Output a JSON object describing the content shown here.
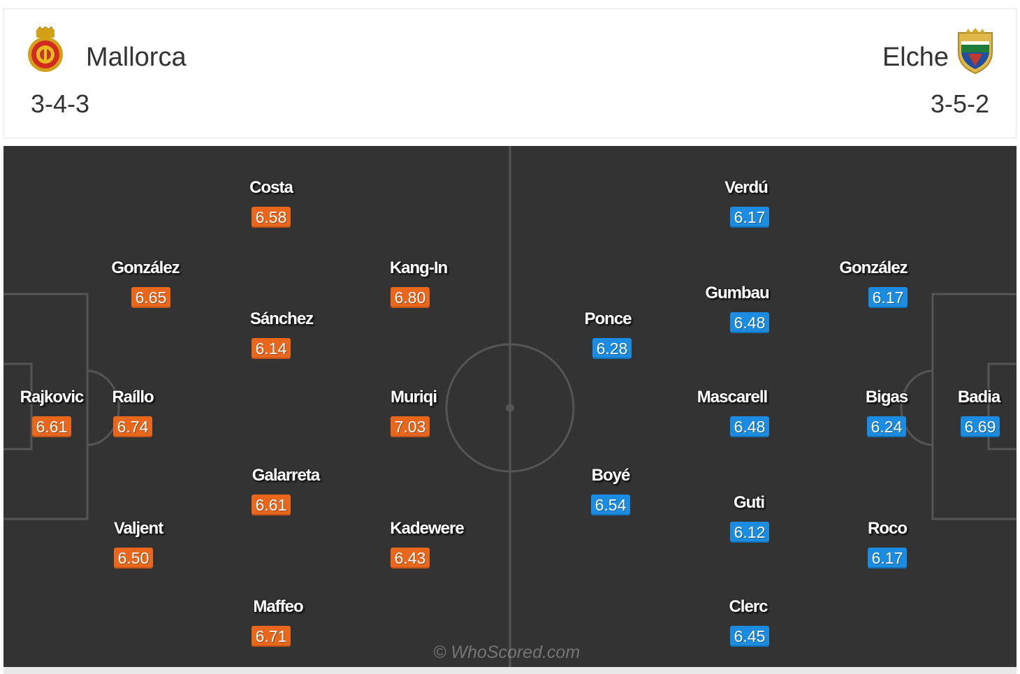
{
  "home": {
    "name": "Mallorca",
    "formation": "3-4-3",
    "crest_icon": "mallorca-crest-icon",
    "rating_color": "#e8671d",
    "players": [
      {
        "name": "Rajkovic",
        "rating": "6.61"
      },
      {
        "name": "González",
        "rating": "6.65"
      },
      {
        "name": "Raíllo",
        "rating": "6.74"
      },
      {
        "name": "Valjent",
        "rating": "6.50"
      },
      {
        "name": "Costa",
        "rating": "6.58"
      },
      {
        "name": "Sánchez",
        "rating": "6.14"
      },
      {
        "name": "Galarreta",
        "rating": "6.61"
      },
      {
        "name": "Maffeo",
        "rating": "6.71"
      },
      {
        "name": "Kang-In",
        "rating": "6.80"
      },
      {
        "name": "Muriqi",
        "rating": "7.03"
      },
      {
        "name": "Kadewere",
        "rating": "6.43"
      }
    ]
  },
  "away": {
    "name": "Elche",
    "formation": "3-5-2",
    "crest_icon": "elche-crest-icon",
    "rating_color": "#1b8ce0",
    "players": [
      {
        "name": "Badia",
        "rating": "6.69"
      },
      {
        "name": "González",
        "rating": "6.17"
      },
      {
        "name": "Bigas",
        "rating": "6.24"
      },
      {
        "name": "Roco",
        "rating": "6.17"
      },
      {
        "name": "Verdú",
        "rating": "6.17"
      },
      {
        "name": "Gumbau",
        "rating": "6.48"
      },
      {
        "name": "Mascarell",
        "rating": "6.48"
      },
      {
        "name": "Guti",
        "rating": "6.12"
      },
      {
        "name": "Clerc",
        "rating": "6.45"
      },
      {
        "name": "Ponce",
        "rating": "6.28"
      },
      {
        "name": "Boyé",
        "rating": "6.54"
      }
    ]
  },
  "pitch": {
    "background": "#333333",
    "line_color": "#555555"
  },
  "watermark": "© WhoScored.com"
}
